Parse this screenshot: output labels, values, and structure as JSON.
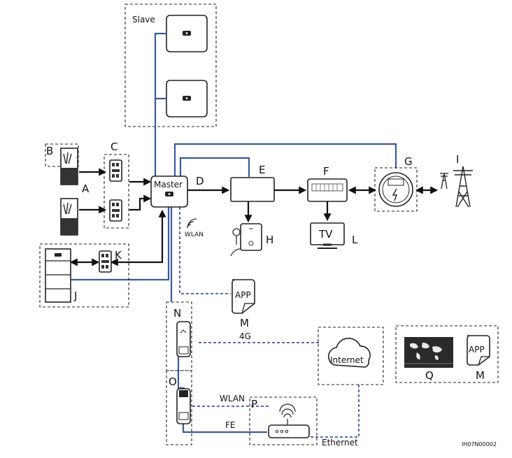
{
  "labels": {
    "slave": "Slave",
    "master": "Master",
    "a": "A",
    "b": "B",
    "c": "C",
    "d": "D",
    "e": "E",
    "f": "F",
    "g": "G",
    "h": "H",
    "i": "I",
    "j": "J",
    "k": "K",
    "l": "L",
    "m1": "M",
    "m2": "M",
    "n": "N",
    "o": "O",
    "p": "P",
    "q": "Q",
    "tv": "TV",
    "app1": "APP",
    "app2": "APP",
    "wlan1": "WLAN",
    "wlan2": "WLAN",
    "four_g": "4G",
    "fe": "FE",
    "ethernet": "Ethernet",
    "internet": "Internet",
    "figure_id": "IH07N00002"
  },
  "colors": {
    "line_black": "#111111",
    "line_blue": "#3a5a9a"
  }
}
